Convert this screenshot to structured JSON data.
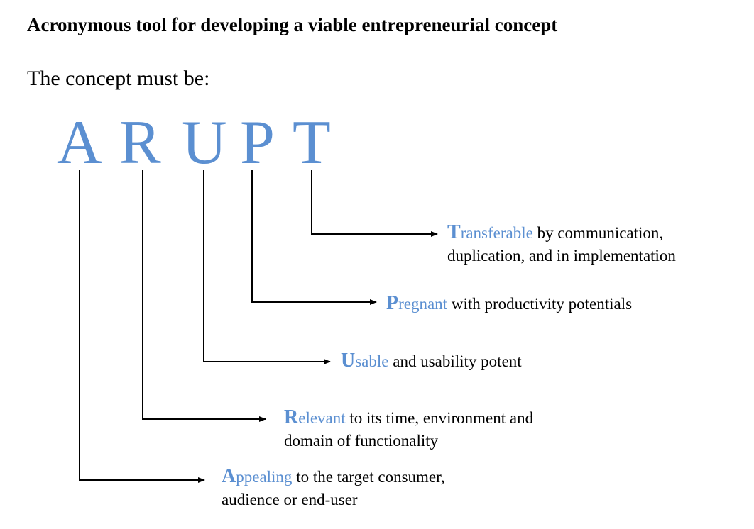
{
  "title": "Acronymous tool for developing a viable entrepreneurial concept",
  "subtitle": "The concept must be:",
  "acronym": [
    "A",
    "R",
    "U",
    "P",
    "T"
  ],
  "colors": {
    "accent": "#5b8fd1",
    "text": "#000000",
    "line": "#000000"
  },
  "items": [
    {
      "initial": "T",
      "rest": "ransferable",
      "line1": " by communication,",
      "line2": "duplication, and in implementation"
    },
    {
      "initial": "P",
      "rest": "regnant",
      "line1": " with productivity potentials",
      "line2": ""
    },
    {
      "initial": "U",
      "rest": "sable",
      "line1": " and usability potent",
      "line2": ""
    },
    {
      "initial": "R",
      "rest": "elevant",
      "line1": " to its time, environment and",
      "line2": "domain of functionality"
    },
    {
      "initial": "A",
      "rest": "ppealing",
      "line1": " to the target consumer,",
      "line2": "audience or end-user"
    }
  ]
}
